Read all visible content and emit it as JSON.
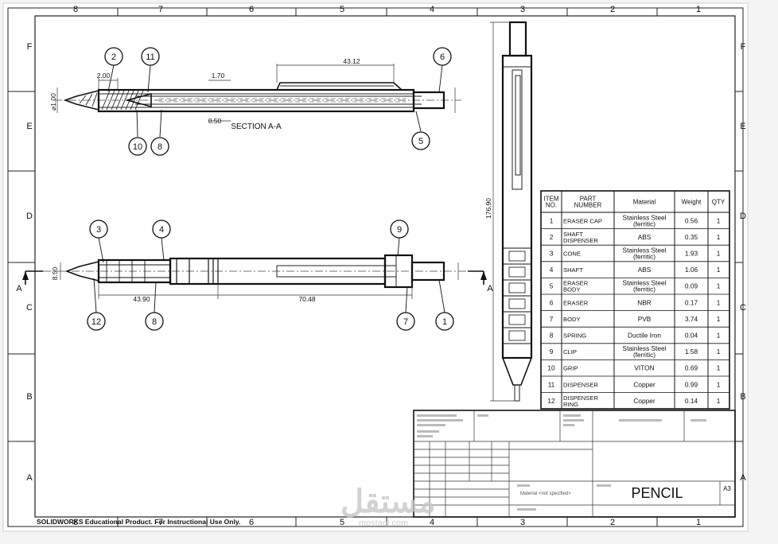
{
  "zones": {
    "top": [
      "8",
      "7",
      "6",
      "5",
      "4",
      "3",
      "2",
      "1"
    ],
    "bottom": [
      "8",
      "7",
      "6",
      "5",
      "4",
      "3",
      "2",
      "1"
    ],
    "left": [
      "F",
      "E",
      "D",
      "C",
      "B",
      "A"
    ],
    "right": [
      "F",
      "E",
      "D",
      "C",
      "B",
      "A"
    ]
  },
  "section_view": {
    "label": "SECTION A-A",
    "dims": {
      "d1": "2.00",
      "d2": "1.70",
      "d3": "43.12",
      "d4": "0.50",
      "dia": "⌀1.00"
    },
    "balloons": [
      "2",
      "11",
      "6",
      "10",
      "8",
      "5"
    ]
  },
  "side_view": {
    "section_letter": "A",
    "dims": {
      "d1": "43.90",
      "d2": "70.48",
      "d3": "8.50"
    },
    "balloons": [
      "3",
      "4",
      "9",
      "12",
      "8",
      "7",
      "1"
    ]
  },
  "vertical_view": {
    "overall_dim": "176.90"
  },
  "bom": {
    "headers": [
      "ITEM NO.",
      "PART NUMBER",
      "Material",
      "Weight",
      "QTY"
    ],
    "rows": [
      {
        "item": "1",
        "part": "ERASER CAP",
        "material": "Stainless Steel (ferritic)",
        "weight": "0.56",
        "qty": "1"
      },
      {
        "item": "2",
        "part": "SHAFT DISPENSER",
        "material": "ABS",
        "weight": "0.35",
        "qty": "1"
      },
      {
        "item": "3",
        "part": "CONE",
        "material": "Stainless Steel (ferritic)",
        "weight": "1.93",
        "qty": "1"
      },
      {
        "item": "4",
        "part": "SHAFT",
        "material": "ABS",
        "weight": "1.06",
        "qty": "1"
      },
      {
        "item": "5",
        "part": "ERASER BODY",
        "material": "Stainless Steel (ferritic)",
        "weight": "0.09",
        "qty": "1"
      },
      {
        "item": "6",
        "part": "ERASER",
        "material": "NBR",
        "weight": "0.17",
        "qty": "1"
      },
      {
        "item": "7",
        "part": "BODY",
        "material": "PVB",
        "weight": "3.74",
        "qty": "1"
      },
      {
        "item": "8",
        "part": "SPRING",
        "material": "Ductile Iron",
        "weight": "0.04",
        "qty": "1"
      },
      {
        "item": "9",
        "part": "CLIP",
        "material": "Stainless Steel (ferritic)",
        "weight": "1.58",
        "qty": "1"
      },
      {
        "item": "10",
        "part": "GRIP",
        "material": "VITON",
        "weight": "0.69",
        "qty": "1"
      },
      {
        "item": "11",
        "part": "DISPENSER",
        "material": "Copper",
        "weight": "0.99",
        "qty": "1"
      },
      {
        "item": "12",
        "part": "DISPENSER RING",
        "material": "Copper",
        "weight": "0.14",
        "qty": "1"
      }
    ]
  },
  "title_block": {
    "title": "PENCIL",
    "sheet_size": "A3",
    "material_note": "Material <not specified>"
  },
  "footer": {
    "notice": "SOLIDWORKS Educational Product. For Instructional Use Only."
  },
  "watermark": {
    "arabic": "مستقل",
    "url": "mostaql.com"
  }
}
